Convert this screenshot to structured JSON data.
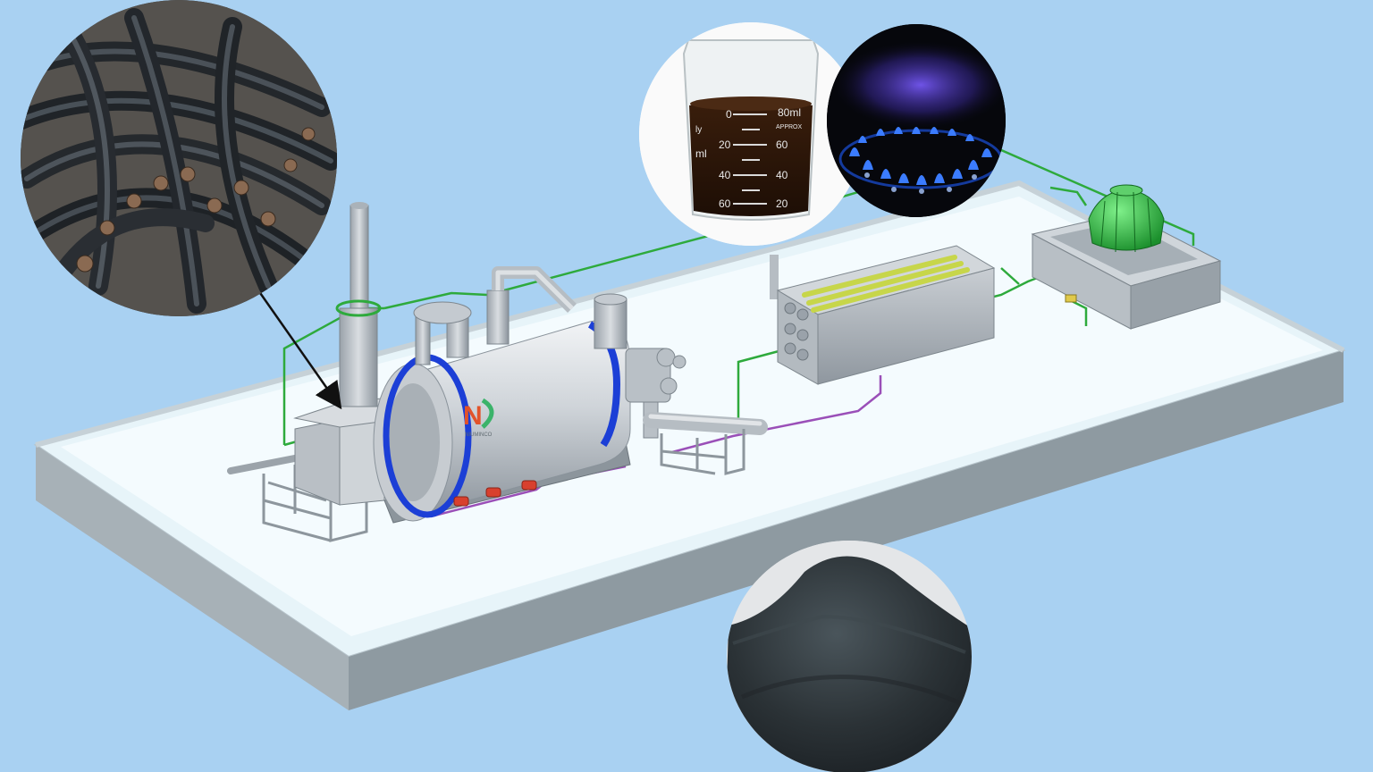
{
  "colors": {
    "background": "#a9d1f2",
    "platform_top": "#e4f2f8",
    "platform_side": "#9aa6ad",
    "pipe_green": "#2eaa3c",
    "pipe_purple": "#9a4fb8",
    "reactor_band": "#1c3fd6",
    "reactor_body": "#d5d9dd",
    "oil": "#2a1408",
    "flame": "#2f6bff",
    "carbon_black": "#2b3236"
  },
  "logo": {
    "mark": "N",
    "caption": "NIUMINCO",
    "colors": [
      "#e2532a",
      "#3bb36a"
    ]
  },
  "beaker": {
    "left_scale": [
      "0",
      "20",
      "40",
      "60"
    ],
    "right_scale": [
      "80ml",
      "60",
      "40",
      "20"
    ],
    "approx": "APPROX",
    "side_text": [
      "ly",
      "ml"
    ]
  },
  "insets": [
    {
      "name": "cable-waste-inset",
      "icon": "cable-bundle-icon"
    },
    {
      "name": "pyrolysis-oil-inset",
      "icon": "beaker-icon"
    },
    {
      "name": "fuel-gas-inset",
      "icon": "gas-flame-icon"
    },
    {
      "name": "carbon-black-inset",
      "icon": "carbon-powder-icon"
    }
  ]
}
